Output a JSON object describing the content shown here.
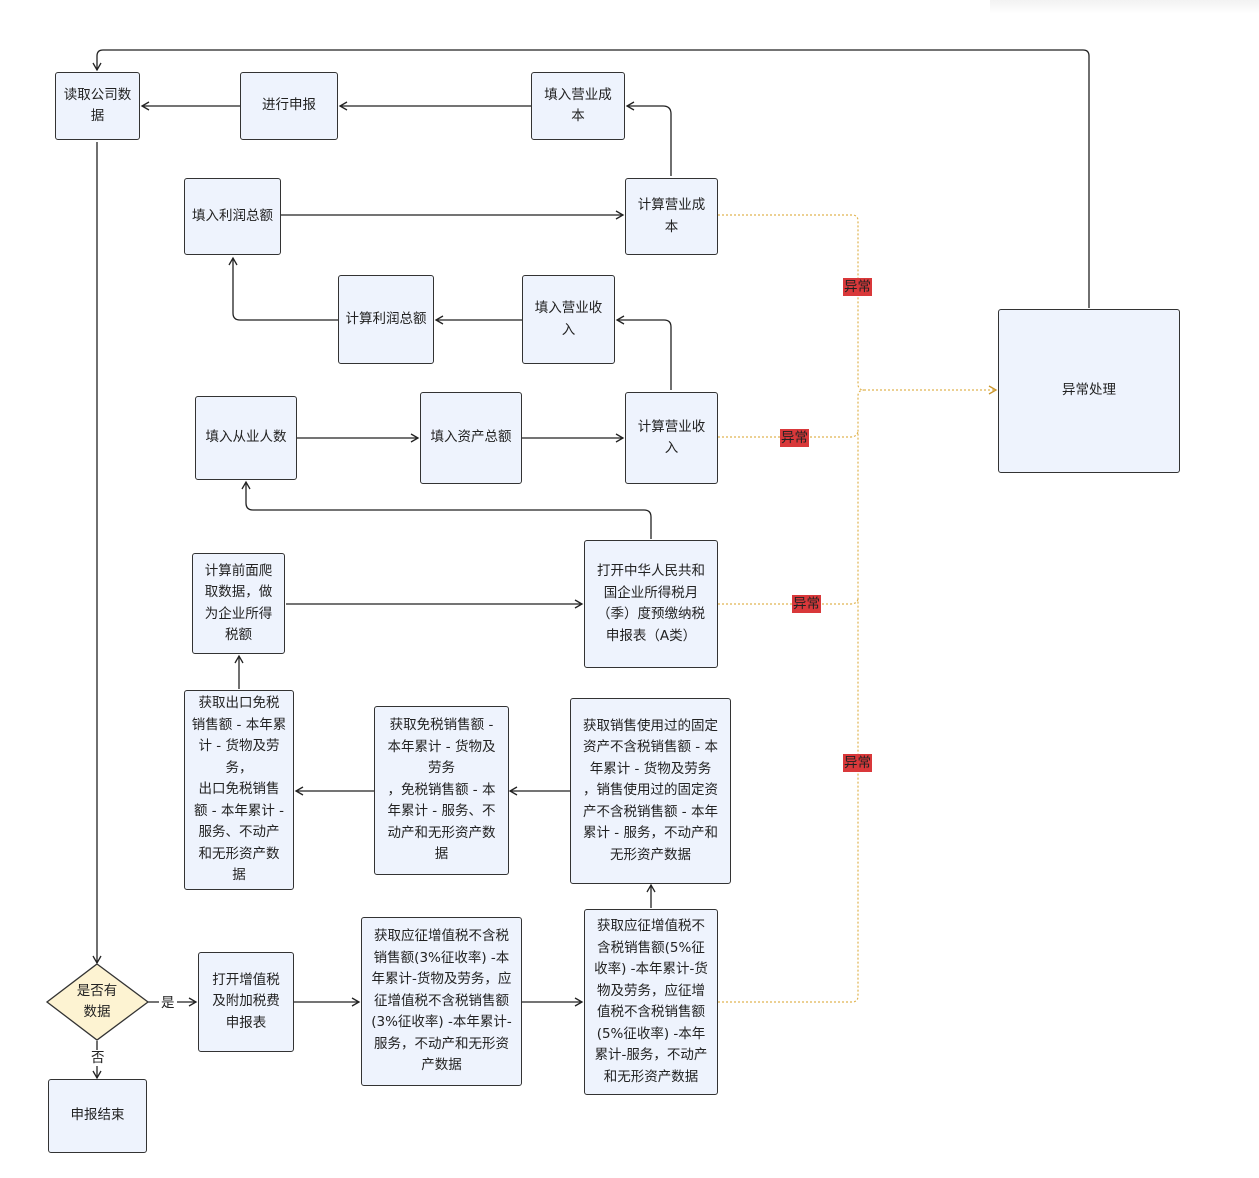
{
  "nodes": {
    "read_company": "读取公司数\n据",
    "declare": "进行申报",
    "fill_cost": "填入营业成\n本",
    "fill_profit": "填入利润总额",
    "calc_cost": "计算营业成\n本",
    "calc_profit": "计算利润总额",
    "fill_revenue": "填入营业收\n入",
    "fill_employees": "填入从业人数",
    "fill_assets": "填入资产总额",
    "calc_revenue": "计算营业收\n入",
    "exception_handling": "异常处理",
    "calc_tax": "计算前面爬\n取数据，做\n为企业所得\n税额",
    "open_income_tax": "打开中华人民共和\n国企业所得税月\n（季）度预缴纳税\n申报表（A类）",
    "export_exempt": "获取出口免税\n销售额 - 本年累\n计 - 货物及劳\n务，\n出口免税销售\n额 - 本年累计 -\n服务、不动产\n和无形资产数\n据",
    "tax_exempt": "获取免税销售额 -\n本年累计 - 货物及\n劳务\n，免税销售额 - 本\n年累计 - 服务、不\n动产和无形资产数\n据",
    "fixed_assets": "获取销售使用过的固定\n资产不含税销售额 - 本\n年累计 - 货物及劳务\n，销售使用过的固定资\n产不含税销售额 - 本年\n累计 - 服务，不动产和\n无形资产数据",
    "has_data": "是否有\n数据",
    "open_vat": "打开增值税\n及附加税费\n申报表",
    "vat_3": "获取应征增值税不含税\n销售额(3%征收率) -本\n年累计-货物及劳务，应\n征增值税不含税销售额\n(3%征收率) -本年累计-\n服务，不动产和无形资\n产数据",
    "vat_5": "获取应征增值税不\n含税销售额(5%征\n收率) -本年累计-货\n物及劳务，应征增\n值税不含税销售额\n(5%征收率) -本年\n累计-服务，不动产\n和无形资产数据",
    "end": "申报结束"
  },
  "labels": {
    "yes": "是",
    "no": "否",
    "exception": "异常"
  },
  "colors": {
    "node_fill": "#eef3fd",
    "decision_fill": "#fdf3d2",
    "exception_fill": "#d9383a",
    "exception_line": "#e0b451",
    "line": "#222222"
  }
}
